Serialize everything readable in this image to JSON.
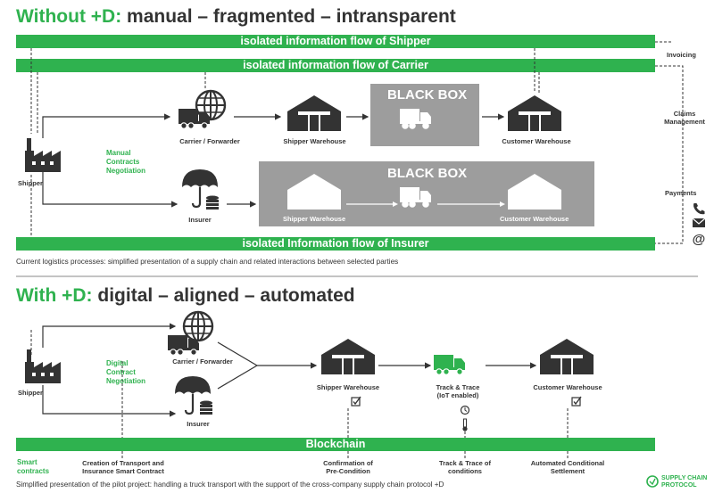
{
  "top": {
    "title_prefix": "Without +D:",
    "title_rest": " manual – fragmented – intransparent",
    "bar_shipper": "isolated information flow of Shipper",
    "bar_carrier": "isolated information flow of Carrier",
    "bar_insurer": "isolated Information flow of Insurer",
    "shipper": "Shipper",
    "carrier": "Carrier / Forwarder",
    "shipper_wh": "Shipper Warehouse",
    "black_box": "BLACK BOX",
    "customer_wh": "Customer Warehouse",
    "manual_1": "Manual",
    "manual_2": "Contracts",
    "manual_3": "Negotiation",
    "insurer": "Insurer",
    "bb2_shipper_wh": "Shipper Warehouse",
    "bb2_customer_wh": "Customer Warehouse",
    "invoicing": "Invoicing",
    "claims_1": "Claims",
    "claims_2": "Management",
    "payments": "Payments",
    "caption": "Current logistics processes: simplified presentation of a supply chain and related interactions between selected parties"
  },
  "bottom": {
    "title_prefix": "With +D:",
    "title_rest": " digital – aligned –  automated",
    "shipper": "Shipper",
    "carrier": "Carrier / Forwarder",
    "insurer": "Insurer",
    "digital_1": "Digital",
    "digital_2": "Contract",
    "digital_3": "Negotiation",
    "shipper_wh": "Shipper Warehouse",
    "track_1": "Track & Trace",
    "track_2": "(IoT enabled)",
    "customer_wh": "Customer Warehouse",
    "blockchain": "Blockchain",
    "smart_1": "Smart",
    "smart_2": "contracts",
    "creation_1": "Creation of Transport and",
    "creation_2": "Insurance Smart Contract",
    "confirm_1": "Confirmation of",
    "confirm_2": "Pre-Condition",
    "trackcond_1": "Track & Trace of",
    "trackcond_2": "conditions",
    "automated_1": "Automated Conditional",
    "automated_2": "Settlement",
    "caption": "Simplified presentation of the pilot project: handling a truck transport with the support of the cross-company supply chain protocol +D",
    "logo_1": "SUPPLY CHAIN",
    "logo_2": "PROTOCOL"
  },
  "colors": {
    "green": "#2fb24f",
    "dark": "#333333",
    "blackbox": "#9d9d9d"
  },
  "icons": [
    "factory-icon",
    "globe-icon",
    "truck-icon",
    "warehouse-icon",
    "umbrella-icon",
    "coins-icon",
    "phone-icon",
    "mail-icon",
    "at-icon",
    "checkbox-icon",
    "clock-icon",
    "thermometer-icon"
  ]
}
